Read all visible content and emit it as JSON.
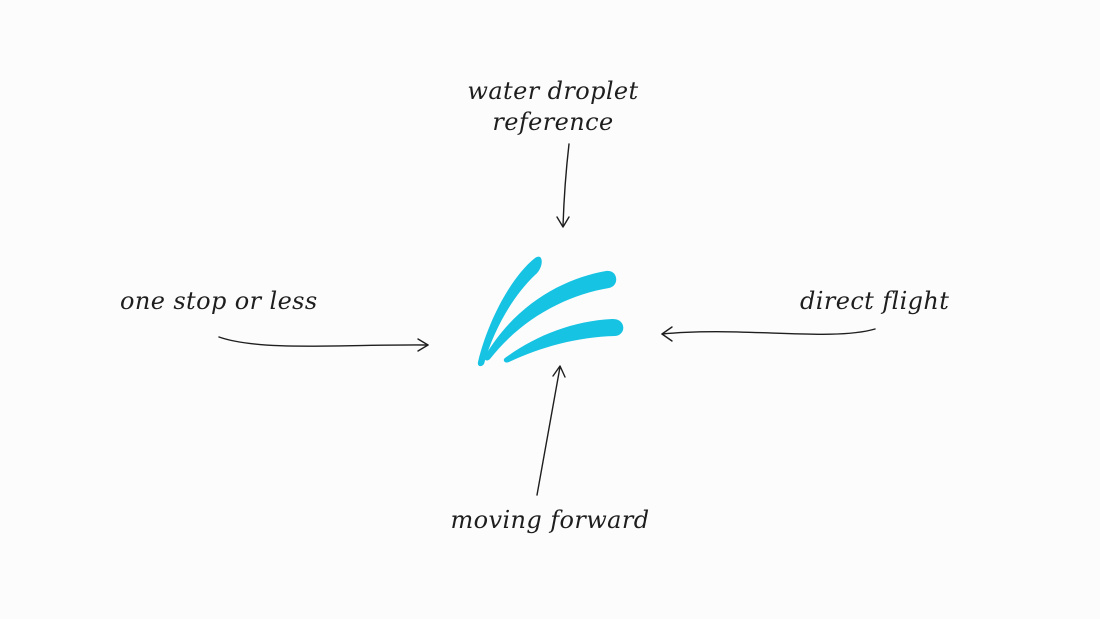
{
  "logo": {
    "name": "streak-mark",
    "color": "#16c3e2"
  },
  "labels": {
    "top_line1": "water droplet",
    "top_line2": "reference",
    "left": "one stop or less",
    "right": "direct flight",
    "bottom": "moving forward"
  },
  "ink_color": "#1e1e1e"
}
